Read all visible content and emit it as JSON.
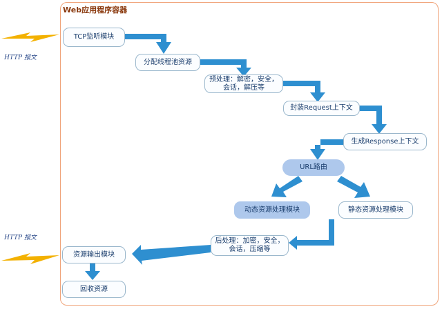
{
  "title": "Web应用程序容器",
  "http_label_in": "HTTP 报文",
  "http_label_out": "HTTP 报文",
  "nodes": {
    "tcp": "TCP监听模块",
    "thread_pool": "分配线程池资源",
    "preprocess": "预处理：解密，安全，会话，解压等",
    "wrap_request": "封装Request上下文",
    "gen_response": "生成Response上下文",
    "url_routing": "URL路由",
    "dynamic": "动态资源处理模块",
    "static": "静态资源处理模块",
    "postprocess": "后处理：加密，安全，会话，压缩等",
    "output": "资源输出模块",
    "recycle": "回收资源"
  },
  "colors": {
    "arrow": "#2e8fd0",
    "lightning": "#f3b100",
    "border": "#f0a47a",
    "node_text": "#1c3f6e",
    "route_fill": "#aec8ec"
  }
}
